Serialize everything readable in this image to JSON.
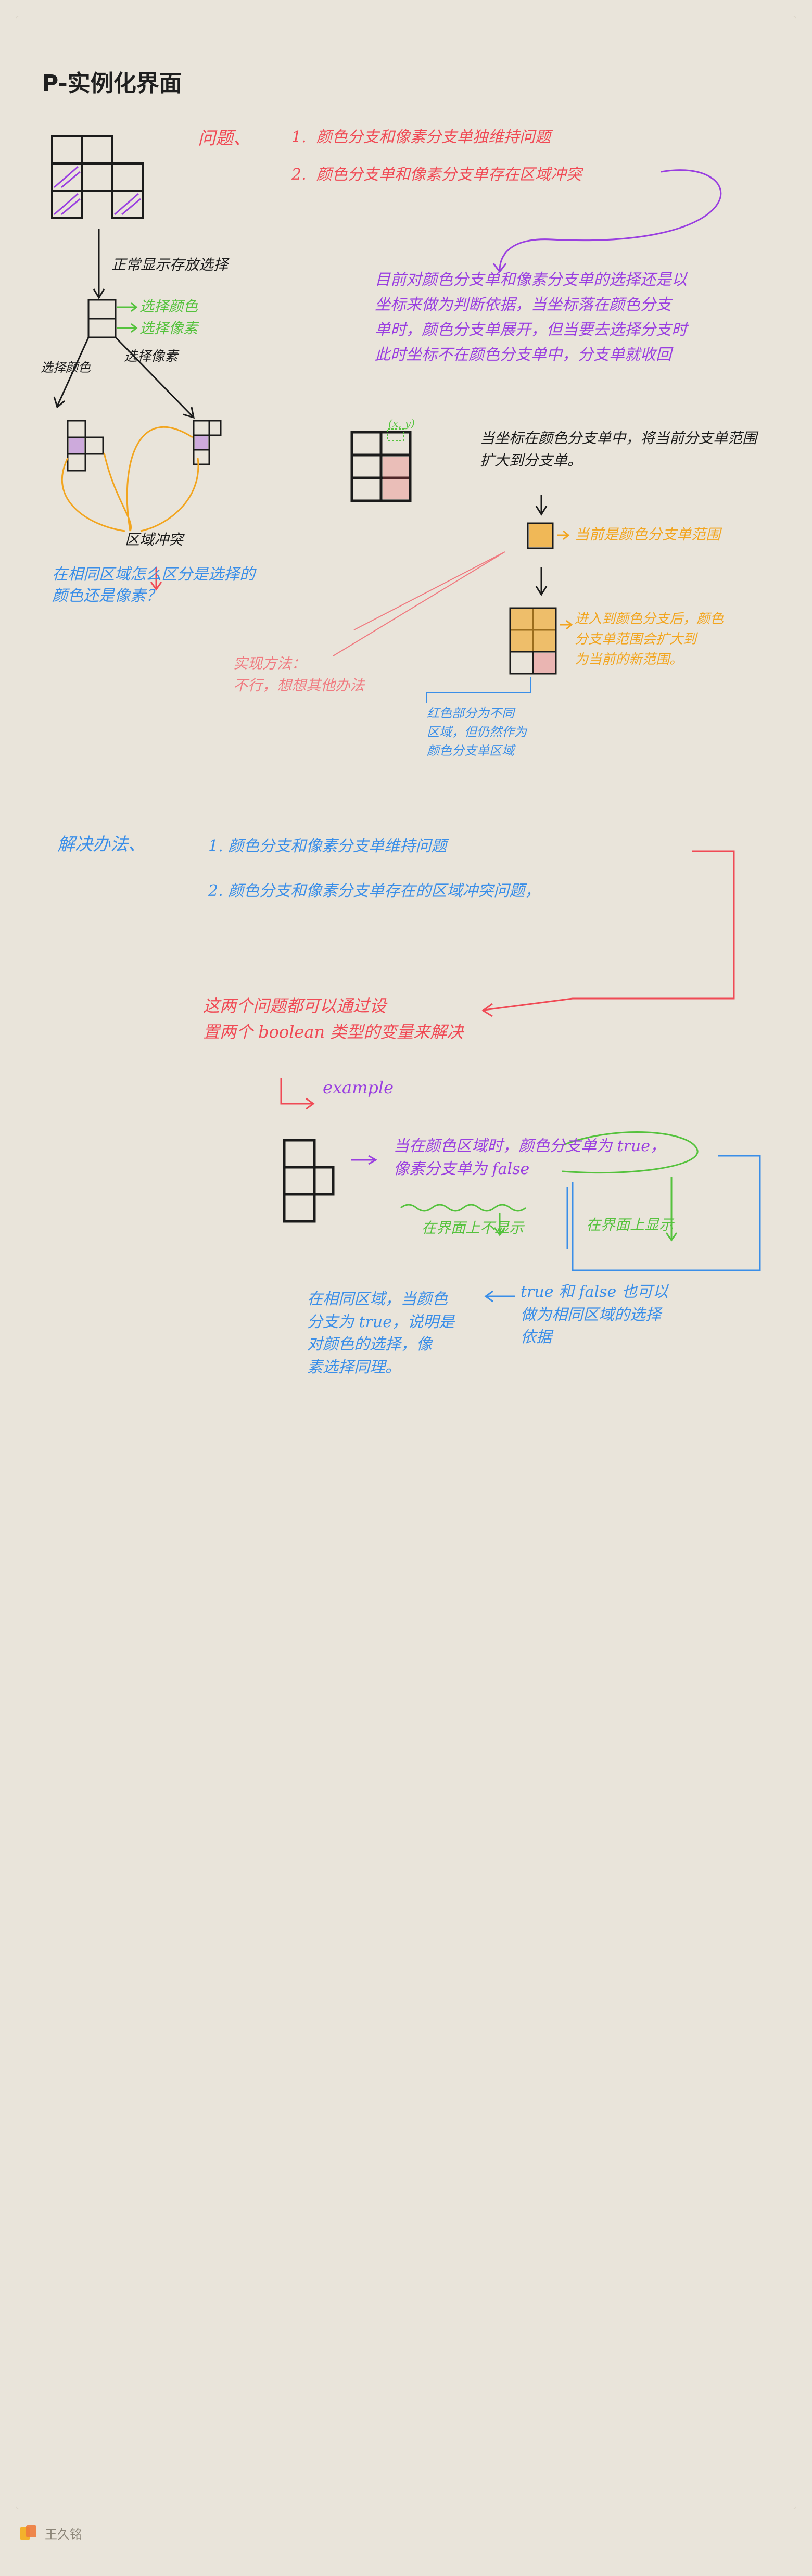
{
  "title": "P-实例化界面",
  "problem": {
    "label": "问题、",
    "item1": "1.  颜色分支和像素分支单独维持问题",
    "item2": "2.  颜色分支单和像素分支单存在区域冲突"
  },
  "left_flow": {
    "normal_display": "正常显示存放选择",
    "select_color": "选择颜色",
    "select_pixel": "选择像素",
    "pick_color": "选择颜色",
    "pick_pixel": "选择像素",
    "region_conflict": "区域冲突",
    "question": "在相同区域怎么区分是选择的\n颜色还是像素？"
  },
  "purple_note": "目前对颜色分支单和像素分支单的选择还是以\n坐标来做为判断依据，当坐标落在颜色分支\n单时，颜色分支单展开，但当要去选择分支时\n此时坐标不在颜色分支单中，分支单就收回",
  "right_flow": {
    "coord_label": "(x, y)",
    "coord_note": "当坐标在颜色分支单中，将当前分支单范围\n扩大到分支单。",
    "yellow_note1": "当前是颜色分支单范围",
    "yellow_note2": "进入到颜色分支后，颜色\n分支单范围会扩大到\n为当前的新范围。",
    "blue_note": "红色部分为不同\n区域，但仍然作为\n颜色分支单区域",
    "pink_note": "实现方法：\n不行，想想其他办法"
  },
  "solution": {
    "label": "解决办法、",
    "item1": "1. 颜色分支和像素分支单维持问题",
    "item2": "2. 颜色分支和像素分支单存在的区域冲突问题，",
    "red_note": "这两个问题都可以通过设\n置两个 boolean 类型的变量来解决",
    "example": "example",
    "example_note": "当在颜色区域时，颜色分支单为 true，\n像素分支单为 false",
    "green_left": "在界面上不显示",
    "green_right": "在界面上显示",
    "blue_right": "true 和 false 也可以\n做为相同区域的选择\n依据",
    "blue_left": "在相同区域，当颜色\n分支为 true，说明是\n对颜色的选择，像\n素选择同理。"
  },
  "footer": {
    "author": "王久铭"
  },
  "colors": {
    "red": "#f04a55",
    "purple": "#9a3fe0",
    "green": "#55c23d",
    "blue": "#3a8ee8",
    "orange": "#f2a51f",
    "black": "#1b1b1b"
  }
}
